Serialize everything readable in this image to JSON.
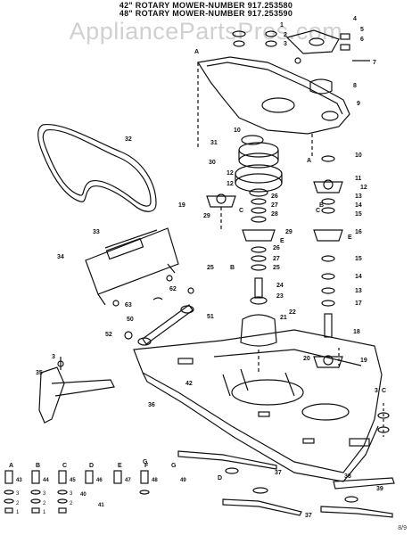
{
  "header": {
    "line1": "42\" ROTARY MOWER-NUMBER 917.253580",
    "line2": "48\" ROTARY MOWER-NUMBER 917.253590"
  },
  "watermark": "AppliancePartsPros.com",
  "corner_mark": "8/9",
  "colors": {
    "ink": "#111111",
    "paper": "#ffffff",
    "watermark": "#969696"
  },
  "callouts": [
    {
      "id": "c1",
      "text": "1"
    },
    {
      "id": "c2",
      "text": "2"
    },
    {
      "id": "c3",
      "text": "3"
    },
    {
      "id": "c4",
      "text": "4"
    },
    {
      "id": "c5",
      "text": "5"
    },
    {
      "id": "c6",
      "text": "6"
    },
    {
      "id": "c7",
      "text": "7"
    },
    {
      "id": "c8",
      "text": "8"
    },
    {
      "id": "c9",
      "text": "9"
    },
    {
      "id": "c10",
      "text": "10"
    },
    {
      "id": "c31",
      "text": "31"
    },
    {
      "id": "c30",
      "text": "30"
    },
    {
      "id": "c12a",
      "text": "12"
    },
    {
      "id": "c12b",
      "text": "12"
    },
    {
      "id": "c10b",
      "text": "10"
    },
    {
      "id": "c11",
      "text": "11"
    },
    {
      "id": "c12c",
      "text": "12"
    },
    {
      "id": "c13a",
      "text": "13"
    },
    {
      "id": "c14a",
      "text": "14"
    },
    {
      "id": "c15a",
      "text": "15"
    },
    {
      "id": "c32",
      "text": "32"
    },
    {
      "id": "c19a",
      "text": "19"
    },
    {
      "id": "c26",
      "text": "26"
    },
    {
      "id": "c27a",
      "text": "27"
    },
    {
      "id": "c28",
      "text": "28"
    },
    {
      "id": "c29a",
      "text": "29"
    },
    {
      "id": "c29b",
      "text": "29"
    },
    {
      "id": "c16a",
      "text": "16"
    },
    {
      "id": "c26b",
      "text": "26"
    },
    {
      "id": "c27b",
      "text": "27"
    },
    {
      "id": "c25a",
      "text": "25"
    },
    {
      "id": "c15b",
      "text": "15"
    },
    {
      "id": "c33",
      "text": "33"
    },
    {
      "id": "c34",
      "text": "34"
    },
    {
      "id": "c25b",
      "text": "25"
    },
    {
      "id": "c14b",
      "text": "14"
    },
    {
      "id": "c24",
      "text": "24"
    },
    {
      "id": "c23",
      "text": "23"
    },
    {
      "id": "c13b",
      "text": "13"
    },
    {
      "id": "c17",
      "text": "17"
    },
    {
      "id": "c62",
      "text": "62"
    },
    {
      "id": "c63",
      "text": "63"
    },
    {
      "id": "c50",
      "text": "50"
    },
    {
      "id": "c51",
      "text": "51"
    },
    {
      "id": "c52",
      "text": "52"
    },
    {
      "id": "c21",
      "text": "21"
    },
    {
      "id": "c22",
      "text": "22"
    },
    {
      "id": "c18",
      "text": "18"
    },
    {
      "id": "c20",
      "text": "20"
    },
    {
      "id": "c19b",
      "text": "19"
    },
    {
      "id": "c42",
      "text": "42"
    },
    {
      "id": "c35",
      "text": "35"
    },
    {
      "id": "c36",
      "text": "36"
    },
    {
      "id": "c3b",
      "text": "3"
    },
    {
      "id": "c37a",
      "text": "37"
    },
    {
      "id": "c37b",
      "text": "37"
    },
    {
      "id": "c38",
      "text": "38"
    },
    {
      "id": "c39",
      "text": "39"
    },
    {
      "id": "c3c",
      "text": "3"
    }
  ],
  "reference_letters": [
    {
      "id": "rA1",
      "text": "A"
    },
    {
      "id": "rA2",
      "text": "A"
    },
    {
      "id": "rC1",
      "text": "C"
    },
    {
      "id": "rC2",
      "text": "C"
    },
    {
      "id": "rE1",
      "text": "E"
    },
    {
      "id": "rE2",
      "text": "E"
    },
    {
      "id": "rB1",
      "text": "B"
    },
    {
      "id": "rB2",
      "text": "B"
    },
    {
      "id": "rD1",
      "text": "D"
    },
    {
      "id": "rC3",
      "text": "C"
    },
    {
      "id": "rG1",
      "text": "G"
    }
  ],
  "legend": {
    "letters": [
      "A",
      "B",
      "C",
      "D",
      "E",
      "F",
      "G"
    ],
    "nums": [
      "43",
      "44",
      "45",
      "46",
      "47",
      "48",
      "49",
      "40",
      "41"
    ],
    "small": [
      "3",
      "2",
      "1",
      "3",
      "2",
      "1",
      "3",
      "2"
    ]
  }
}
